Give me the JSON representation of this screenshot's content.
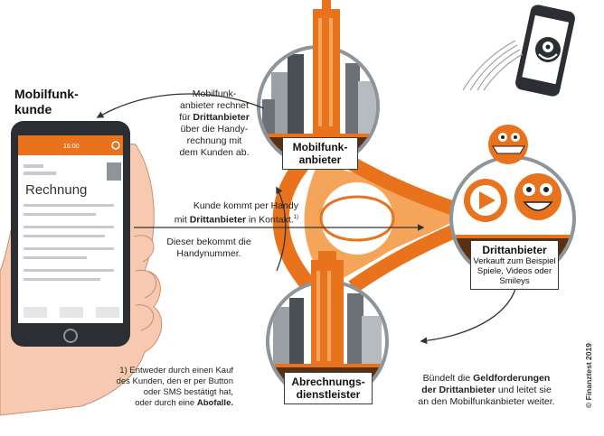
{
  "labels": {
    "customer_title_line1": "Mobilfunk-",
    "customer_title_line2": "kunde",
    "phone_status_time": "16:00",
    "phone_screen_title": "Rechnung",
    "note_top": [
      "Mobilfunk-",
      "anbieter rechnet",
      "für ",
      "Drittanbieter",
      "über die Handy-",
      "rechnung mit",
      "dem Kunden ab."
    ],
    "note_middle_line1": "Kunde kommt per Handy",
    "note_middle_line2_prefix": "mit ",
    "note_middle_line2_bold": "Drittanbieter",
    "note_middle_line2_suffix": " in Kontakt.",
    "note_middle_sup": "1)",
    "note_middle_line3": "Dieser bekommt die",
    "note_middle_line4": "Handynummer.",
    "badge_provider_line1": "Mobilfunk-",
    "badge_provider_line2": "anbieter",
    "badge_third_title": "Drittanbieter",
    "badge_third_line1": "Verkauft zum Beispiel",
    "badge_third_line2": "Spiele, Videos oder",
    "badge_third_line3": "Smileys",
    "badge_billing_line1": "Abrechnungs-",
    "badge_billing_line2": "dienstleister",
    "note_bottom_line1_prefix": "Bündelt die ",
    "note_bottom_line1_bold": "Geldforderungen",
    "note_bottom_line2_bold": "der Drittanbieter",
    "note_bottom_line2_suffix": " und leitet sie",
    "note_bottom_line3": "an den Mobilfunkanbieter weiter.",
    "footnote_line1": "1) Entweder durch einen Kauf",
    "footnote_line2": "des Kunden, den er per Button",
    "footnote_line3": "oder SMS bestätigt hat,",
    "footnote_line4_prefix": "oder durch eine ",
    "footnote_line4_bold": "Abofalle.",
    "credit": "© Finanztest 2019"
  },
  "colors": {
    "orange": "#e8731c",
    "light_orange": "#f5a55a",
    "dark_brown": "#5a2f12",
    "grey": "#8d949a",
    "dark_grey": "#4a4f55",
    "skin": "#f6c9b0"
  }
}
